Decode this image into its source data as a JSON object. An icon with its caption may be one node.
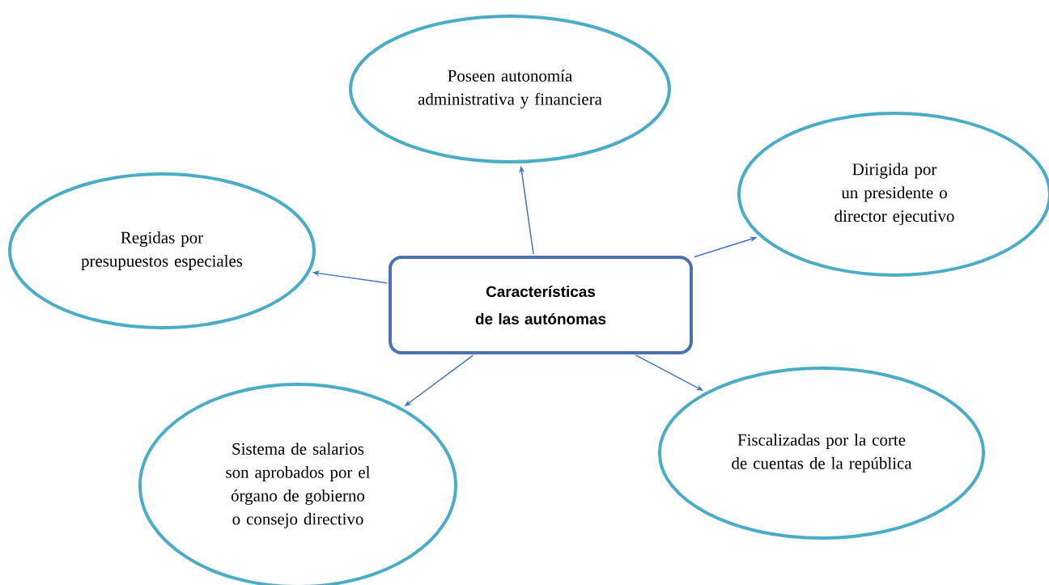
{
  "diagram": {
    "nodes": [
      {
        "text": [
          "Características de las autónomas"
        ]
      },
      {
        "text": [
          "Poseen autonomía administrativa y financiera"
        ]
      },
      {
        "text": [
          "Dirigida por un presidente o director ejecutivo"
        ]
      },
      {
        "text": [
          "Regidas por presupuestos especiales"
        ]
      },
      {
        "text": [
          "Sistema de salarios son aprobados por el órgano de gobierno o consejo directivo"
        ]
      },
      {
        "text": [
          "Fiscalizadas por la corte de cuentas de la república"
        ]
      }
    ],
    "edges": [
      {
        "from": 0,
        "to": 1,
        "arrow": "to"
      },
      {
        "from": 0,
        "to": 2,
        "arrow": "to"
      },
      {
        "from": 0,
        "to": 3,
        "arrow": "to"
      },
      {
        "from": 0,
        "to": 4,
        "arrow": "to"
      },
      {
        "from": 0,
        "to": 5,
        "arrow": "to"
      }
    ]
  }
}
